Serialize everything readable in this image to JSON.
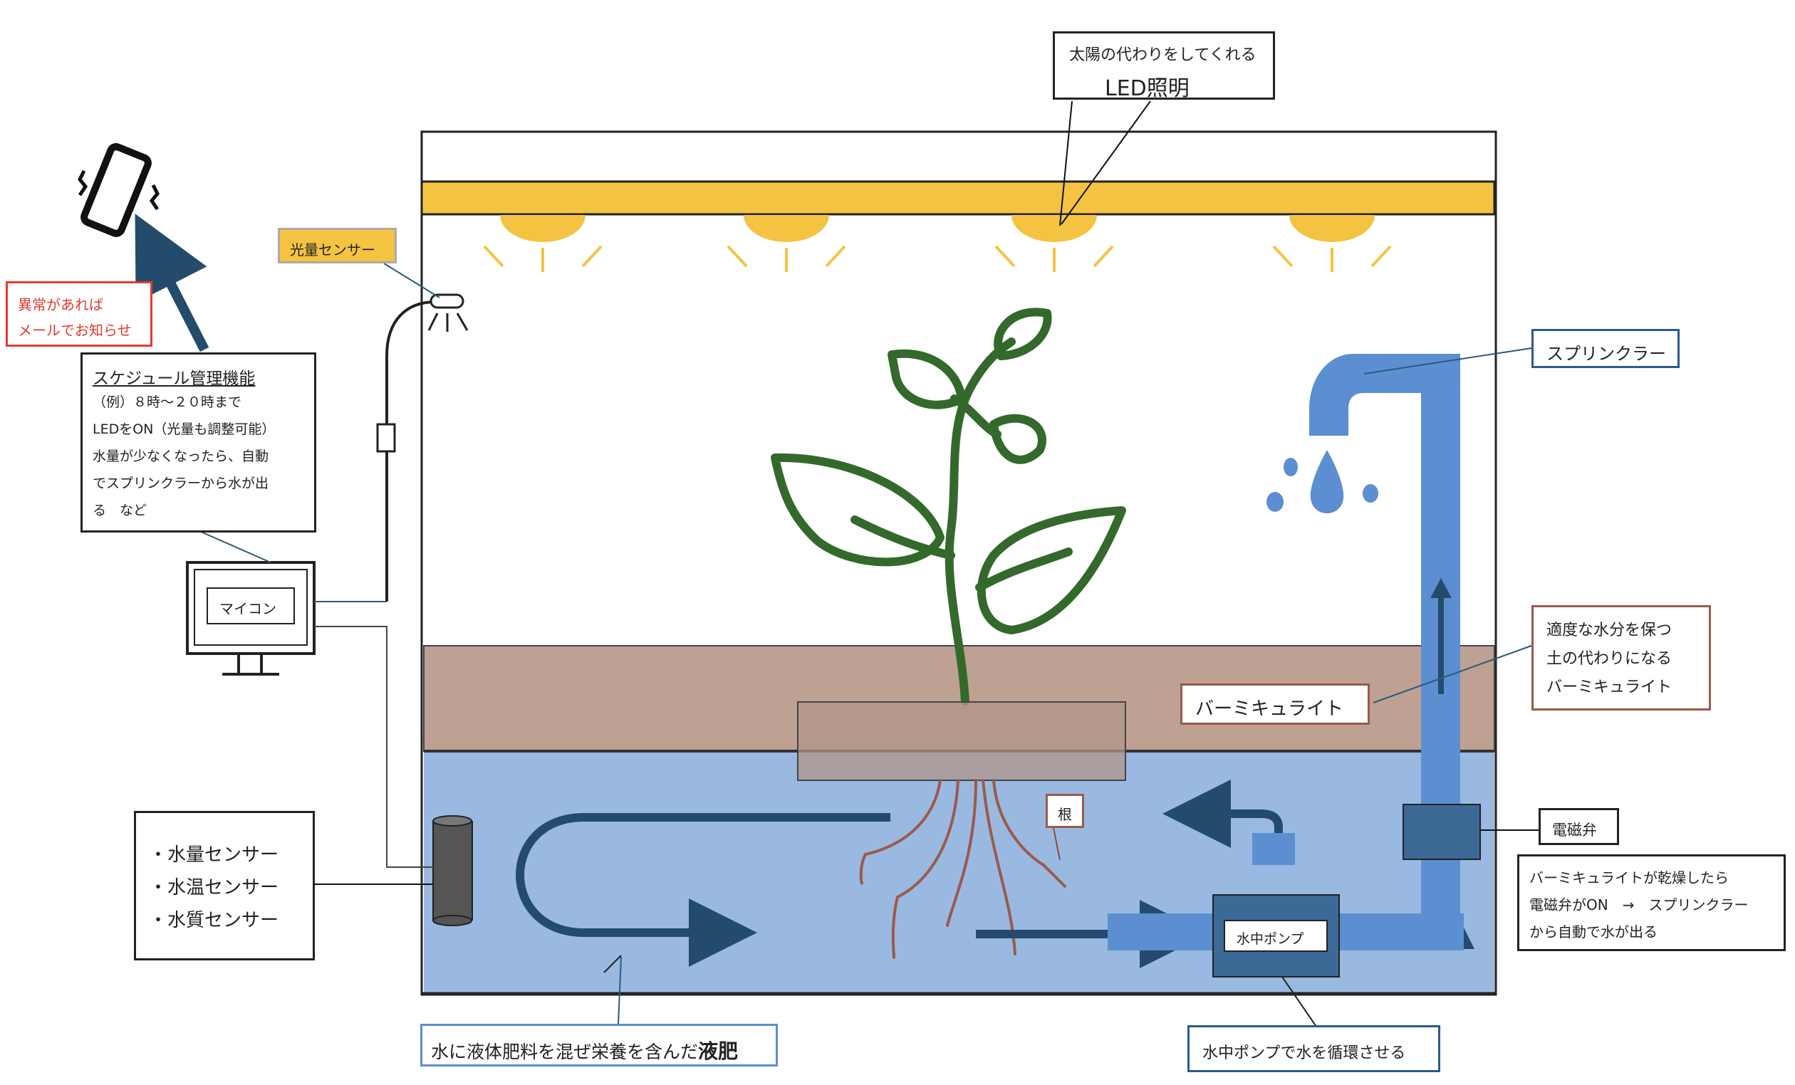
{
  "title_led": {
    "line1": "太陽の代わりをしてくれる",
    "line2": "LED照明"
  },
  "light_sensor_label": "光量センサー",
  "alert_label": {
    "line1": "異常があれば",
    "line2": "メールでお知らせ"
  },
  "schedule": {
    "title": "スケジュール管理機能",
    "lines": [
      "（例）８時～２０時まで",
      "LEDをON（光量も調整可能）",
      "水量が少なくなったら、自動",
      "でスプリンクラーから水が出",
      "る　など"
    ]
  },
  "microcomputer_label": "マイコン",
  "sensors": [
    "・水量センサー",
    "・水温センサー",
    "・水質センサー"
  ],
  "sprinkler_label": "スプリンクラー",
  "vermiculite_label": "バーミキュライト",
  "vermiculite_desc": [
    "適度な水分を保つ",
    "土の代わりになる",
    "バーミキュライト"
  ],
  "root_label": "根",
  "valve_label": "電磁弁",
  "valve_desc": [
    "バーミキュライトが乾燥したら",
    "電磁弁がON　→　スプリンクラー",
    "から自動で水が出る"
  ],
  "pump_label": "水中ポンプ",
  "pump_desc": "水中ポンプで水を循環させる",
  "fertilizer": {
    "main": "水に液体肥料を混ぜ栄養を含んだ",
    "bold": "液肥"
  },
  "colors": {
    "led_bar": "#f5c342",
    "soil": "#bfa193",
    "water": "#9ab9e1",
    "pipe": "#5b8fd1",
    "plant": "#336a2b",
    "flow_arrow": "#234c6c",
    "root": "#9b5a4a",
    "alert_border": "#e53a2f"
  },
  "icons": {
    "phone": "smartphone-vibrating-icon",
    "monitor": "monitor-icon",
    "sensor": "light-sensor-icon",
    "droplets": "water-droplets-icon"
  }
}
